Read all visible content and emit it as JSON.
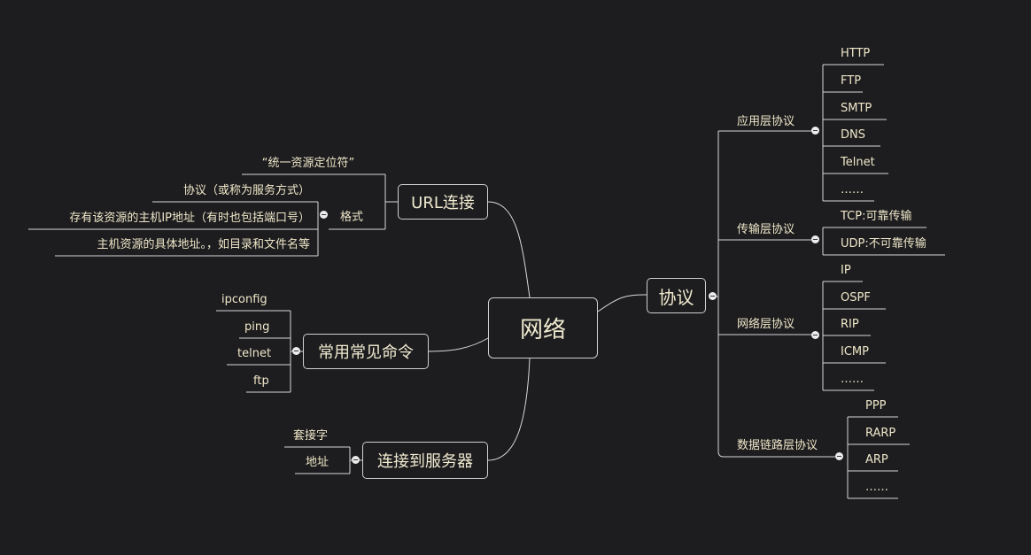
{
  "root": "网络",
  "right": {
    "protocol": "协议",
    "app_layer": {
      "label": "应用层协议",
      "items": [
        "HTTP",
        "FTP",
        "SMTP",
        "DNS",
        "Telnet",
        "……"
      ]
    },
    "transport_layer": {
      "label": "传输层协议",
      "items": [
        "TCP:可靠传输",
        "UDP:不可靠传输"
      ]
    },
    "network_layer": {
      "label": "网络层协议",
      "items": [
        "IP",
        "OSPF",
        "RIP",
        "ICMP",
        "……"
      ]
    },
    "datalink_layer": {
      "label": "数据链路层协议",
      "items": [
        "PPP",
        "RARP",
        "ARP",
        "……"
      ]
    }
  },
  "left": {
    "url": {
      "label": "URL连接",
      "desc": "“统一资源定位符”",
      "format": {
        "label": "格式",
        "items": [
          "协议（或称为服务方式）",
          "存有该资源的主机IP地址（有时也包括端口号）",
          "主机资源的具体地址。，如目录和文件名等"
        ]
      }
    },
    "commands": {
      "label": "常用常见命令",
      "items": [
        "ipconfig",
        "ping",
        "telnet",
        "ftp"
      ]
    },
    "server": {
      "label": "连接到服务器",
      "items": [
        "套接字",
        "地址"
      ]
    }
  }
}
